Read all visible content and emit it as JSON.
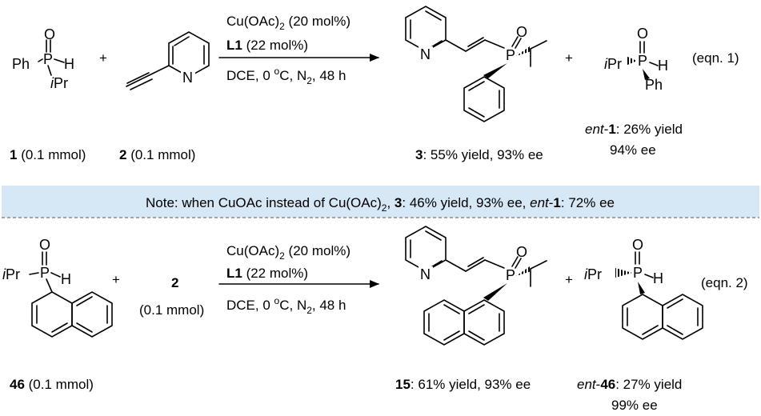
{
  "atoms": {
    "O": "O",
    "P": "P",
    "H": "H",
    "N": "N",
    "Ph": "Ph",
    "iPr_i": "i",
    "iPr_rest": "Pr"
  },
  "plus": "+",
  "eqn1": {
    "sm1_num": "1",
    "sm1_amt": " (0.1 mmol)",
    "sm2_num": "2",
    "sm2_amt": " (0.1 mmol)",
    "cond_cat_pre": "Cu(OAc)",
    "cond_cat_sub": "2",
    "cond_cat_post": " (20 mol%)",
    "cond_lig_bold": "L1",
    "cond_lig_rest": " (22 mol%)",
    "cond_line3_pre": "DCE, 0 ",
    "cond_line3_sup": "o",
    "cond_line3_mid": "C, N",
    "cond_line3_sub": "2",
    "cond_line3_post": ", 48 h",
    "prod_num": "3",
    "prod_result": ": 55% yield, 93% ee",
    "byprod_prefix": "ent",
    "byprod_num": "1",
    "byprod_result": ": 26% yield",
    "byprod_ee": "94% ee",
    "label": "(eqn. 1)"
  },
  "note": {
    "pre": "Note: when CuOAc instead of Cu(OAc)",
    "sub": "2",
    "comma": ", ",
    "num3": "3",
    "mid": ": 46% yield, 93% ee, ",
    "ent": "ent",
    "dash1": "-",
    "num1": "1",
    "post": ": 72% ee",
    "band_color": "#d6e7f6"
  },
  "eqn2": {
    "sm1_num": "46",
    "sm1_amt": " (0.1 mmol)",
    "sm2_num": "2",
    "sm2_amt": "(0.1 mmol)",
    "cond_cat_pre": "Cu(OAc)",
    "cond_cat_sub": "2",
    "cond_cat_post": " (20 mol%)",
    "cond_lig_bold": "L1",
    "cond_lig_rest": " (22 mol%)",
    "cond_line3_pre": "DCE, 0 ",
    "cond_line3_sup": "o",
    "cond_line3_mid": "C, N",
    "cond_line3_sub": "2",
    "cond_line3_post": ", 48 h",
    "prod_num": "15",
    "prod_result": ": 61% yield, 93% ee",
    "byprod_prefix": "ent",
    "byprod_num": "46",
    "byprod_result": ": 27% yield",
    "byprod_ee": "99% ee",
    "label": "(eqn. 2)"
  }
}
